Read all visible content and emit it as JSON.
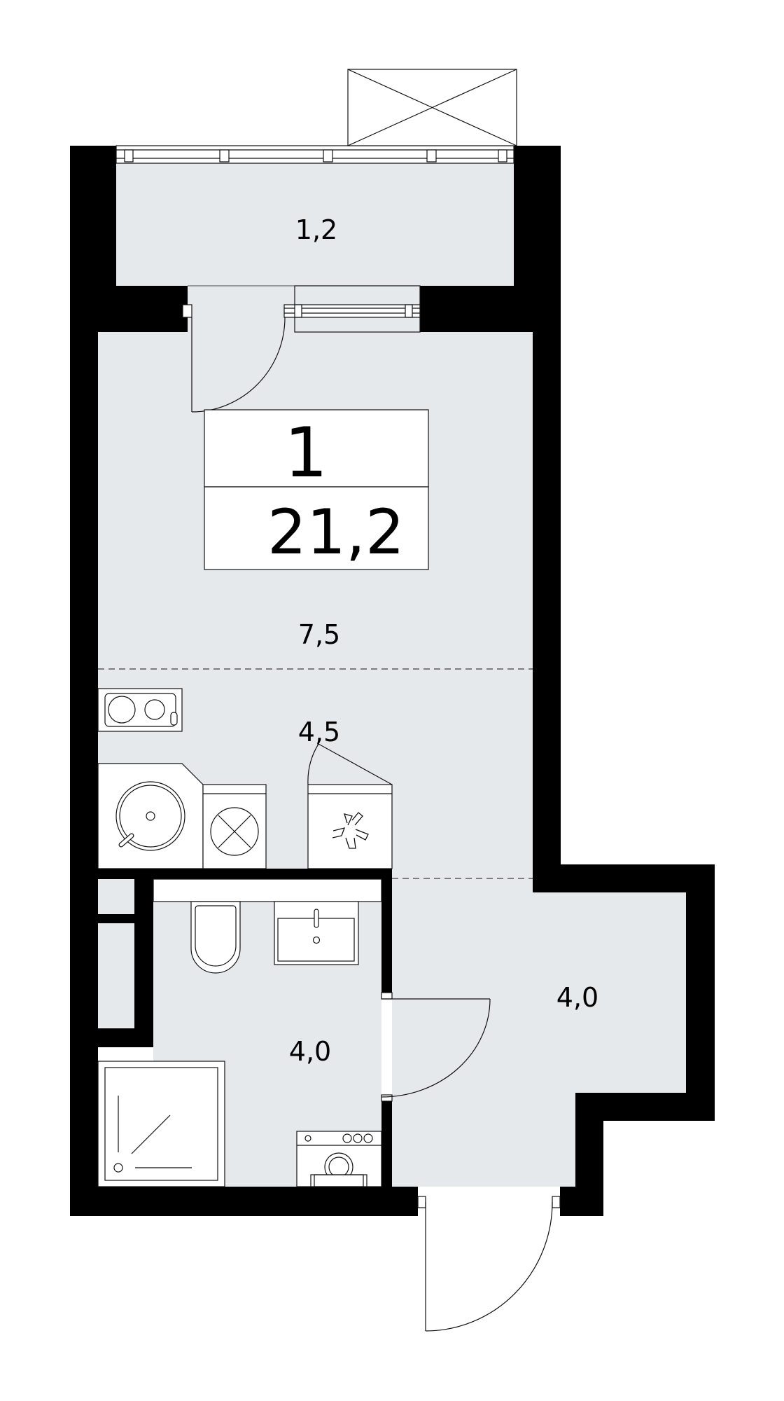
{
  "apartment": {
    "rooms": "1",
    "total_area": "21,2"
  },
  "areas": {
    "balcony": "1,2",
    "living_room": "7,5",
    "kitchen": "4,5",
    "bathroom": "4,0",
    "hallway": "4,0"
  },
  "colors": {
    "wall": "#000000",
    "floor": "#e6e9ec",
    "outline": "#111111",
    "background": "#ffffff"
  },
  "icons": [
    "cooktop-icon",
    "corner-sink-icon",
    "dishwasher-icon",
    "fridge-icon",
    "toilet-icon",
    "washbasin-icon",
    "shower-tray-icon",
    "washing-machine-icon",
    "air-conditioner-icon"
  ]
}
